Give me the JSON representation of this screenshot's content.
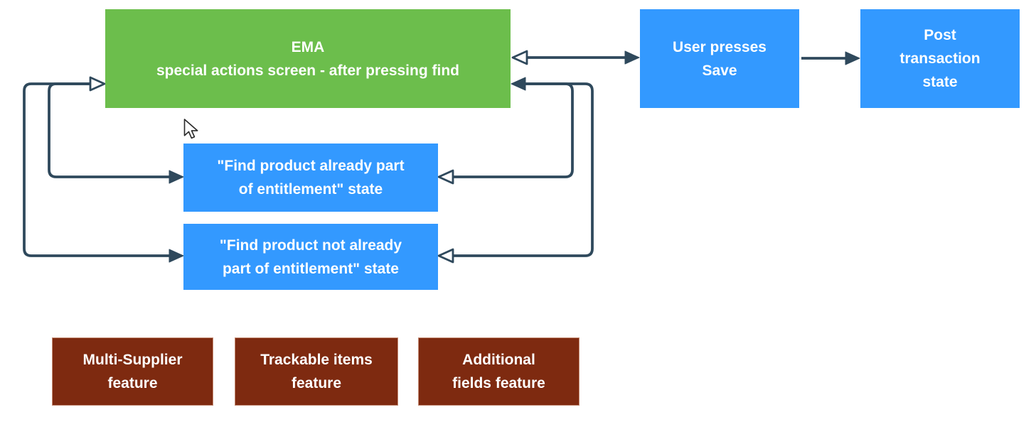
{
  "diagram": {
    "nodes": {
      "ema": {
        "label": "EMA\nspecial actions screen - after pressing find",
        "type": "screen"
      },
      "user_presses_save": {
        "label": "User presses\nSave",
        "type": "state"
      },
      "post_transaction": {
        "label": "Post\ntransaction\nstate",
        "type": "state"
      },
      "find_already": {
        "label": "\"Find product already part\nof entitlement\" state",
        "type": "state"
      },
      "find_not_already": {
        "label": "\"Find product not already\npart of entitlement\" state",
        "type": "state"
      },
      "multi_supplier": {
        "label": "Multi-Supplier\nfeature",
        "type": "feature"
      },
      "trackable_items": {
        "label": "Trackable items\nfeature",
        "type": "feature"
      },
      "additional_fields": {
        "label": "Additional\nfields feature",
        "type": "feature"
      }
    },
    "connectors": [
      {
        "id": "ema-save",
        "endpoints": [
          "ema",
          "user_presses_save"
        ],
        "ema_end": "open-arrow",
        "save_end": "filled-arrow"
      },
      {
        "id": "save-post",
        "endpoints": [
          "user_presses_save",
          "post_transaction"
        ],
        "save_end": "none",
        "post_end": "filled-arrow"
      },
      {
        "id": "left-ema-find-already",
        "endpoints": [
          "ema",
          "find_already"
        ],
        "side": "left",
        "ema_end": "open-arrow",
        "state_end": "filled-arrow"
      },
      {
        "id": "left-ema-find-not-already",
        "endpoints": [
          "ema",
          "find_not_already"
        ],
        "side": "left",
        "ema_end": "open-arrow",
        "state_end": "filled-arrow"
      },
      {
        "id": "right-ema-find-already",
        "endpoints": [
          "ema",
          "find_already"
        ],
        "side": "right",
        "ema_end": "filled-arrow",
        "state_end": "open-arrow"
      },
      {
        "id": "right-ema-find-not-already",
        "endpoints": [
          "ema",
          "find_not_already"
        ],
        "side": "right",
        "ema_end": "filled-arrow",
        "state_end": "open-arrow"
      }
    ]
  },
  "colors": {
    "screen_green": "#6CBE4C",
    "state_blue": "#3399FF",
    "feature_brown": "#7E2A10",
    "connector": "#2F495C",
    "label_text": "#FFFFFF",
    "canvas_bg": "#FFFFFF"
  }
}
